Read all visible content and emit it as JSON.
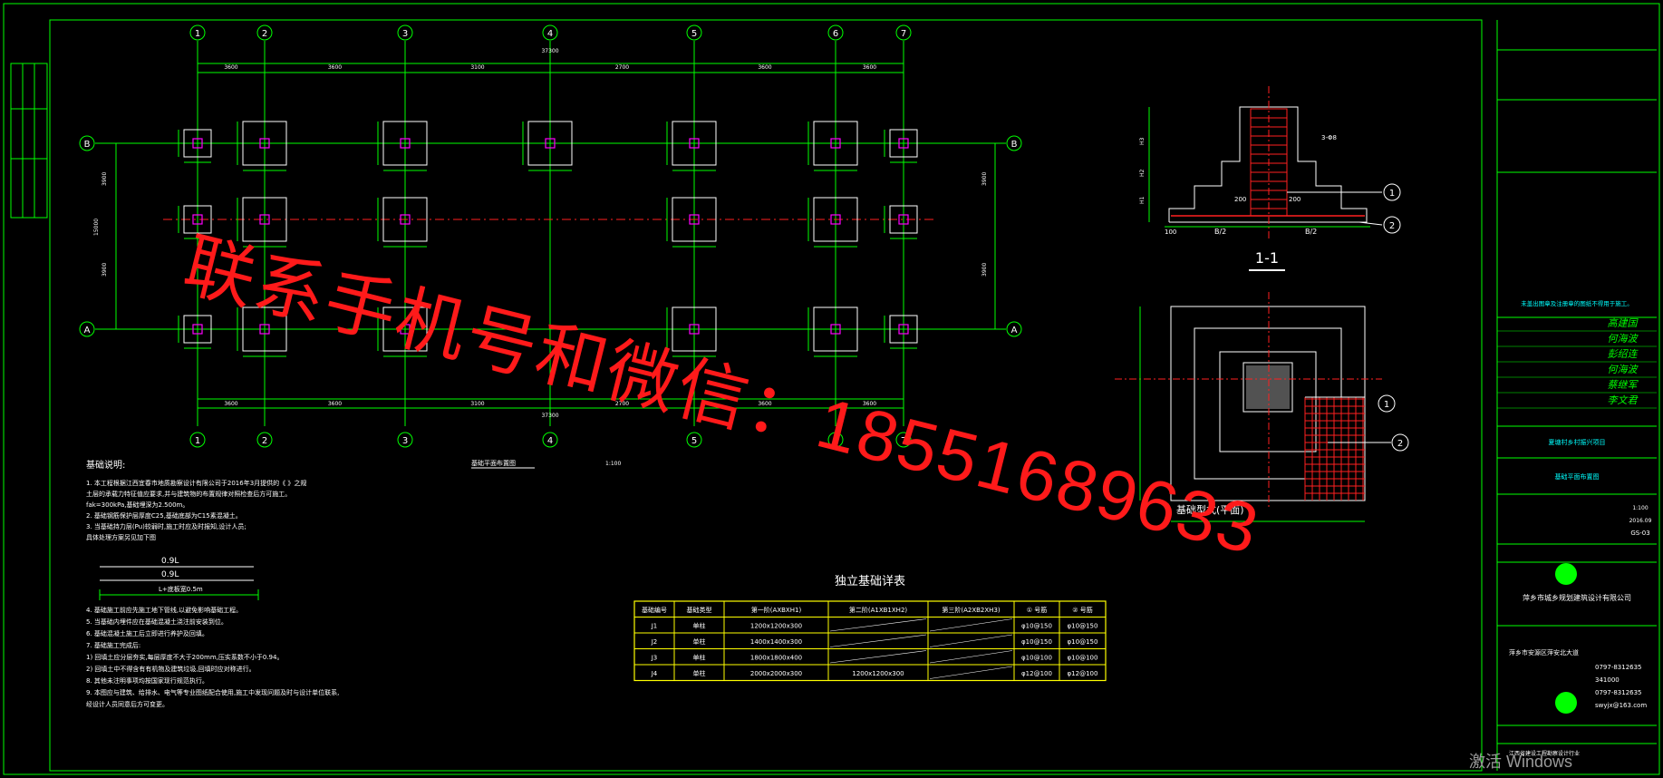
{
  "plan": {
    "title": "基础平面布置图",
    "scale": "1:100",
    "grid_cols": [
      "1",
      "2",
      "3",
      "4",
      "5",
      "6",
      "7"
    ],
    "grid_rows": [
      "B",
      "A"
    ],
    "spans": [
      "3600",
      "3600",
      "3100",
      "2700",
      "3600",
      "3600"
    ],
    "total_length": "37300",
    "row_spacing": "3900",
    "total_width": "15000",
    "lower_dim": "3900"
  },
  "section": {
    "title": "1-1",
    "callouts": [
      "1",
      "2"
    ],
    "labels": [
      "B/2",
      "B/2",
      "H1",
      "H2",
      "H3",
      "100",
      "200",
      "200",
      "3-Φ8"
    ],
    "plan_title": "基础型式(平面)"
  },
  "notes": {
    "heading": "基础说明:",
    "items": [
      "1. 本工程根据江西宜春市地质勘察设计有限公司于2016年3月提供的《    》之规",
      "   土层的承载力特征值应要求,并与建筑物的布置规律对照检查后方可施工。",
      "   fak=300kPa,基础埋深为2.500m。",
      "2. 基础钢筋保护层厚度C25,基础底部为C15素混凝土。",
      "3. 当基础持力层(Pu)较弱时,施工时应及时报知,设计人员;",
      "   具体处理方案另见加下图"
    ],
    "diagram_labels": [
      "0.9L",
      "0.9L",
      "L+底板宽0.5m"
    ],
    "items2": [
      "4. 基础施工前应先施工地下管线,以避免影响基础工程。",
      "5. 当基础内埋件应在基础混凝土浇注前安装到位。",
      "6. 基础混凝土施工后立即进行养护及回填。",
      "7. 基础施工完成后:",
      "   1) 回填土应分层夯实,每层厚度不大于200mm,压实系数不小于0.94。",
      "   2) 回填土中不得含有有机物及建筑垃圾,回填时应对称进行。",
      "8. 其他未注明事项均按国家现行规范执行。",
      "9. 本图应与建筑、给排水、电气等专业图纸配合使用,施工中发现问题及时与设计单位联系,",
      "   经设计人员同意后方可变更。"
    ]
  },
  "table": {
    "title": "独立基础详表",
    "headers": [
      "基础编号",
      "基础类型",
      "第一阶(AXBXH1)",
      "第二阶(A1XB1XH2)",
      "第三阶(A2XB2XH3)",
      "① 号筋",
      "② 号筋"
    ],
    "rows": [
      [
        "J1",
        "单柱",
        "1200x1200x300",
        "",
        "",
        "φ10@150",
        "φ10@150"
      ],
      [
        "J2",
        "单柱",
        "1400x1400x300",
        "",
        "",
        "φ10@150",
        "φ10@150"
      ],
      [
        "J3",
        "单柱",
        "1800x1800x400",
        "",
        "",
        "φ10@100",
        "φ10@100"
      ],
      [
        "J4",
        "单柱",
        "2000x2000x300",
        "1200x1200x300",
        "",
        "φ12@100",
        "φ12@100"
      ]
    ]
  },
  "title_block": {
    "note_red": "未盖出图章及注册章的图纸不得用于施工。",
    "signatures": [
      "高建国",
      "何海波",
      "彭绍连",
      "何海波",
      "蔡继军",
      "李文君"
    ],
    "project_name": "夏塘村乡村振兴项目",
    "drawing_name": "基础平面布置图",
    "drawing_no": "GS-03",
    "date": "2016.09",
    "scale": "1:100",
    "company": "萍乡市城乡规划建筑设计有限公司",
    "address": "萍乡市安源区萍安北大道",
    "phone": "0797-8312635",
    "zip": "341000",
    "email": "swyjx@163.com",
    "footer": "江西省建设工程勘察设计行业"
  },
  "watermark": "联系手机号和微信：18551689633",
  "os_watermark": "激活 Windows",
  "colors": {
    "line": "#00ff00",
    "yellow": "#ffff00",
    "magenta": "#ff00ff",
    "red": "#ff2020",
    "white": "#ffffff",
    "cyan": "#00ffff"
  }
}
